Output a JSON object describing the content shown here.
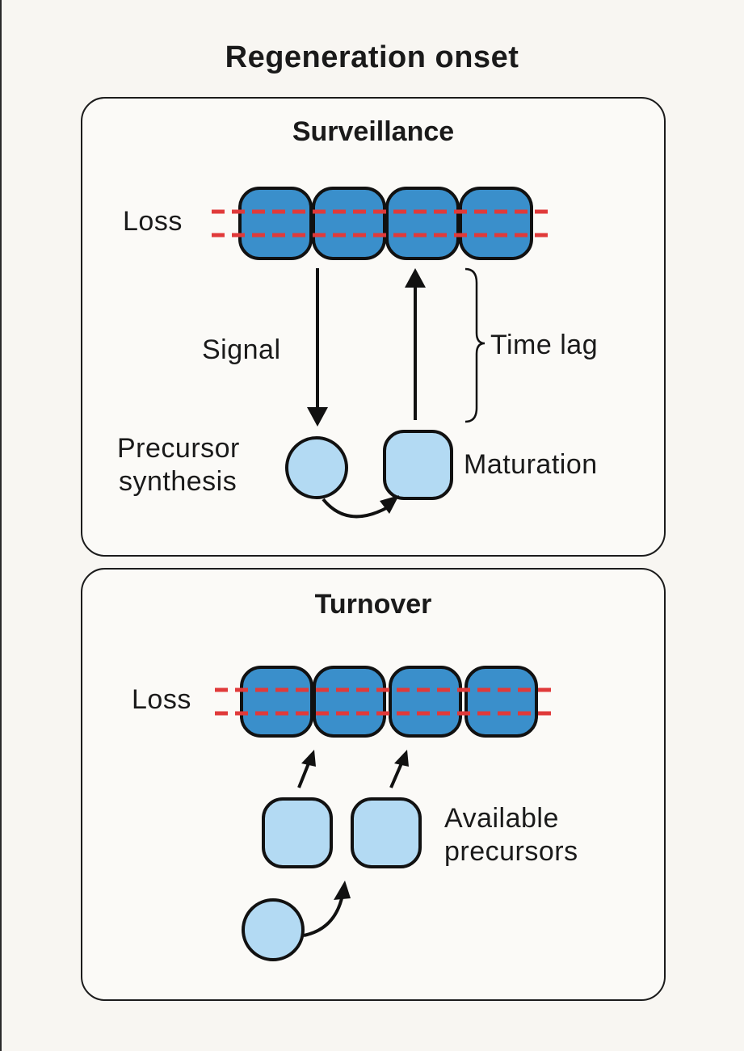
{
  "title": "Regeneration onset",
  "panels": [
    {
      "title": "Surveillance",
      "loss_label": "Loss",
      "signal_label": "Signal",
      "time_lag_label": "Time lag",
      "precursor_label_line1": "Precursor",
      "precursor_label_line2": "synthesis",
      "maturation_label": "Maturation"
    },
    {
      "title": "Turnover",
      "loss_label": "Loss",
      "available_label_line1": "Available",
      "available_label_line2": "precursors"
    }
  ],
  "colors": {
    "cell_fill": "#3a8fcb",
    "precursor_fill": "#b3daf3",
    "loss_line": "#e03a3a",
    "outline": "#111111",
    "background": "#f8f6f2"
  }
}
